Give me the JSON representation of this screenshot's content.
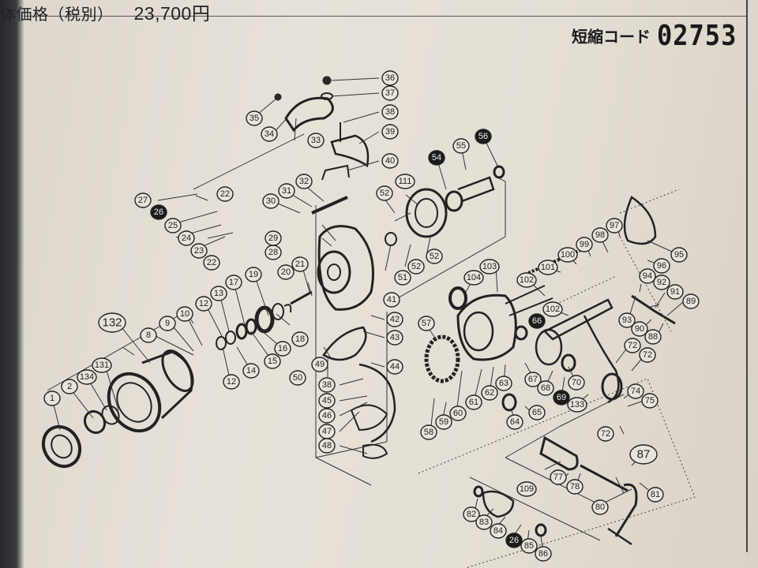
{
  "header": {
    "price_label": "体価格（税別）",
    "price_value": "23,700円",
    "code_label": "短縮コード",
    "code_value": "02753"
  },
  "diagram": {
    "callouts": [
      {
        "id": "c1",
        "num": "1"
      },
      {
        "id": "c2",
        "num": "2"
      },
      {
        "id": "c8",
        "num": "8"
      },
      {
        "id": "c9",
        "num": "9"
      },
      {
        "id": "c10",
        "num": "10"
      },
      {
        "id": "c12a",
        "num": "12"
      },
      {
        "id": "c12b",
        "num": "12"
      },
      {
        "id": "c13",
        "num": "13"
      },
      {
        "id": "c14",
        "num": "14"
      },
      {
        "id": "c15",
        "num": "15"
      },
      {
        "id": "c16",
        "num": "16"
      },
      {
        "id": "c17",
        "num": "17"
      },
      {
        "id": "c18",
        "num": "18"
      },
      {
        "id": "c19",
        "num": "19"
      },
      {
        "id": "c20",
        "num": "20"
      },
      {
        "id": "c21",
        "num": "21"
      },
      {
        "id": "c22a",
        "num": "22"
      },
      {
        "id": "c22b",
        "num": "22"
      },
      {
        "id": "c23",
        "num": "23"
      },
      {
        "id": "c24",
        "num": "24"
      },
      {
        "id": "c25",
        "num": "25"
      },
      {
        "id": "c26a",
        "num": "26",
        "dark": true
      },
      {
        "id": "c27",
        "num": "27"
      },
      {
        "id": "c28",
        "num": "28"
      },
      {
        "id": "c29",
        "num": "29"
      },
      {
        "id": "c30",
        "num": "30"
      },
      {
        "id": "c31",
        "num": "31"
      },
      {
        "id": "c32",
        "num": "32"
      },
      {
        "id": "c33",
        "num": "33"
      },
      {
        "id": "c34",
        "num": "34"
      },
      {
        "id": "c35",
        "num": "35"
      },
      {
        "id": "c36",
        "num": "36"
      },
      {
        "id": "c37",
        "num": "37"
      },
      {
        "id": "c38a",
        "num": "38"
      },
      {
        "id": "c39",
        "num": "39"
      },
      {
        "id": "c40",
        "num": "40"
      },
      {
        "id": "c41",
        "num": "41"
      },
      {
        "id": "c42",
        "num": "42"
      },
      {
        "id": "c43",
        "num": "43"
      },
      {
        "id": "c44",
        "num": "44"
      },
      {
        "id": "c38b",
        "num": "38"
      },
      {
        "id": "c45",
        "num": "45"
      },
      {
        "id": "c46",
        "num": "46"
      },
      {
        "id": "c47",
        "num": "47"
      },
      {
        "id": "c48",
        "num": "48"
      },
      {
        "id": "c49",
        "num": "49"
      },
      {
        "id": "c50",
        "num": "50"
      },
      {
        "id": "c51",
        "num": "51"
      },
      {
        "id": "c52a",
        "num": "52"
      },
      {
        "id": "c52b",
        "num": "52"
      },
      {
        "id": "c52c",
        "num": "52"
      },
      {
        "id": "c54",
        "num": "54",
        "dark": true
      },
      {
        "id": "c55",
        "num": "55"
      },
      {
        "id": "c56",
        "num": "56",
        "dark": true
      },
      {
        "id": "c57",
        "num": "57"
      },
      {
        "id": "c58",
        "num": "58"
      },
      {
        "id": "c59",
        "num": "59"
      },
      {
        "id": "c60",
        "num": "60"
      },
      {
        "id": "c61",
        "num": "61"
      },
      {
        "id": "c62",
        "num": "62"
      },
      {
        "id": "c63",
        "num": "63"
      },
      {
        "id": "c64",
        "num": "64"
      },
      {
        "id": "c65",
        "num": "65"
      },
      {
        "id": "c66",
        "num": "66",
        "dark": true
      },
      {
        "id": "c67",
        "num": "67"
      },
      {
        "id": "c68",
        "num": "68"
      },
      {
        "id": "c69",
        "num": "69",
        "dark": true
      },
      {
        "id": "c70",
        "num": "70"
      },
      {
        "id": "c72a",
        "num": "72"
      },
      {
        "id": "c72b",
        "num": "72"
      },
      {
        "id": "c72c",
        "num": "72"
      },
      {
        "id": "c74",
        "num": "74"
      },
      {
        "id": "c75",
        "num": "75"
      },
      {
        "id": "c77",
        "num": "77"
      },
      {
        "id": "c78",
        "num": "78"
      },
      {
        "id": "c80",
        "num": "80"
      },
      {
        "id": "c81",
        "num": "81"
      },
      {
        "id": "c82",
        "num": "82"
      },
      {
        "id": "c83",
        "num": "83"
      },
      {
        "id": "c84",
        "num": "84"
      },
      {
        "id": "c26b",
        "num": "26",
        "dark": true
      },
      {
        "id": "c85",
        "num": "85"
      },
      {
        "id": "c86",
        "num": "86"
      },
      {
        "id": "c87",
        "num": "87",
        "big": true
      },
      {
        "id": "c88",
        "num": "88"
      },
      {
        "id": "c89",
        "num": "89"
      },
      {
        "id": "c90",
        "num": "90"
      },
      {
        "id": "c91",
        "num": "91"
      },
      {
        "id": "c92",
        "num": "92"
      },
      {
        "id": "c93",
        "num": "93"
      },
      {
        "id": "c94",
        "num": "94"
      },
      {
        "id": "c95",
        "num": "95"
      },
      {
        "id": "c96",
        "num": "96"
      },
      {
        "id": "c97",
        "num": "97"
      },
      {
        "id": "c98",
        "num": "98"
      },
      {
        "id": "c99",
        "num": "99"
      },
      {
        "id": "c100",
        "num": "100"
      },
      {
        "id": "c101",
        "num": "101"
      },
      {
        "id": "c102a",
        "num": "102"
      },
      {
        "id": "c102b",
        "num": "102"
      },
      {
        "id": "c103",
        "num": "103"
      },
      {
        "id": "c104",
        "num": "104"
      },
      {
        "id": "c109",
        "num": "109"
      },
      {
        "id": "c111",
        "num": "111"
      },
      {
        "id": "c131",
        "num": "131"
      },
      {
        "id": "c132",
        "num": "132",
        "big": true
      },
      {
        "id": "c133",
        "num": "133"
      },
      {
        "id": "c134",
        "num": "134"
      }
    ]
  }
}
